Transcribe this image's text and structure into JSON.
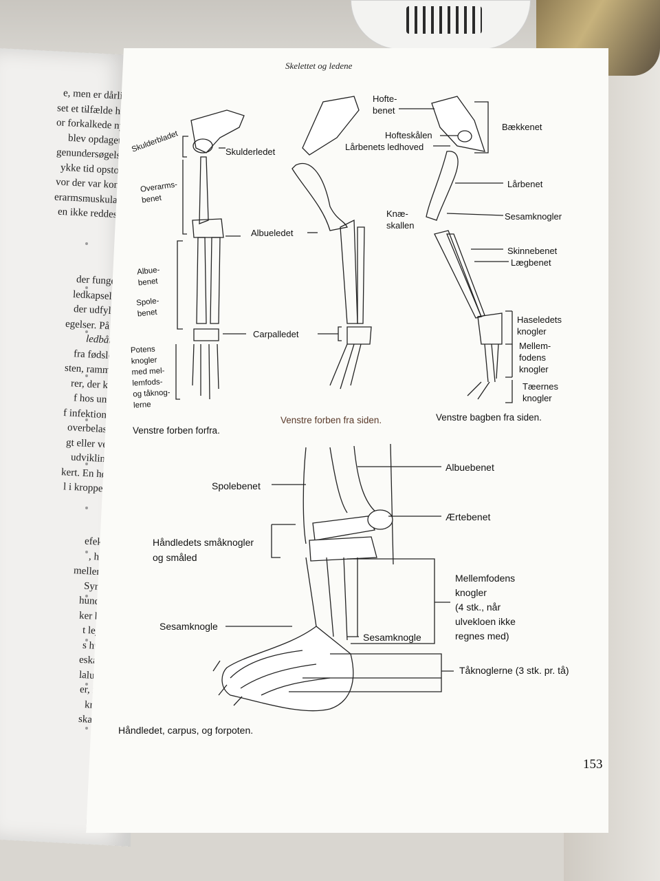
{
  "header": "Skelettet og ledene",
  "page_number": "153",
  "left_page_lines": [
    "e, men er dårligt",
    "set et tilfælde hos",
    "or forkalkede ny-",
    "blev opdaget i",
    "genundersøgelse",
    "ykke tid opstod",
    "vor der var kon-",
    "erarmsmuskula-",
    "en ikke reddes.",
    "der fungerer",
    "ledkapselens",
    "der udfylder",
    "egelser. På le-",
    "ledbånd.",
    "fra fødslen,",
    "sten, rammes",
    "rer, der kan",
    "f hos unge",
    "f infektioner",
    "overbelast-",
    "gt eller ved",
    "udvikling",
    "kert. En høj",
    "l i kroppen",
    "efekt, der",
    ", hopper",
    "mellem lår-",
    "Sympto-",
    "hund, be-",
    "ker benet",
    "t leje og",
    "s hunde",
    "eskallen",
    "laluksa-",
    "er, men",
    "knæts",
    "skallen"
  ],
  "figure1": {
    "labels": {
      "skulderbladet": "Skulderbladet",
      "skulderledet": "Skulderledet",
      "overarmsbenet": "Overarms-\nbenet",
      "albuebenet": "Albue-\nbenet",
      "spolebenet": "Spole-\nbenet",
      "albueledet": "Albueledet",
      "carpalledet": "Carpalledet",
      "potens": "Potens\nknogler\nmed mel-\nlemfods-\nog tåknog-\nlerne"
    },
    "caption_front": "Venstre forben forfra.",
    "caption_side": "Venstre forben fra siden."
  },
  "figure2": {
    "labels": {
      "hoftebenet": "Hofte-\nbenet",
      "bakkenet": "Bækkenet",
      "hofteskalen": "Hofteskålen",
      "larbenets_ledhoved": "Lårbenets ledhoved",
      "larbenet": "Lårbenet",
      "knaeskallen": "Knæ-\nskallen",
      "sesamknogler": "Sesamknogler",
      "skinnebenet": "Skinnebenet",
      "laegbenet": "Lægbenet",
      "haseledets": "Haseledets\nknogler",
      "mellemfodens": "Mellem-\nfodens\nknogler",
      "taernes": "Tæernes\nknogler"
    },
    "caption": "Venstre bagben fra siden."
  },
  "figure3": {
    "labels": {
      "albuebenet": "Albuebenet",
      "spolebenet": "Spolebenet",
      "aertebenet": "Ærtebenet",
      "handledets": "Håndledets småknogler\nog småled",
      "mellemfodens": "Mellemfodens\nknogler\n(4 stk., når\nulvekloen ikke\nregnes med)",
      "sesamknogle_left": "Sesamknogle",
      "sesamknogle_right": "Sesamknogle",
      "taknoglerne": "Tåknoglerne (3 stk. pr. tå)"
    },
    "caption": "Håndledet, carpus, og forpoten."
  }
}
